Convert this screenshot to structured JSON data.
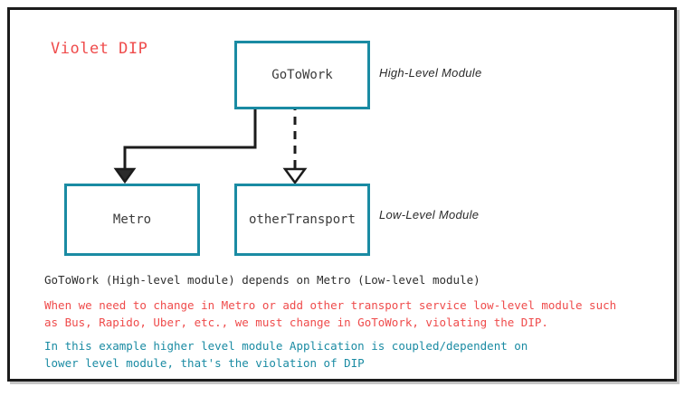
{
  "diagram": {
    "title": "Violet DIP",
    "title_color": "#ef4b4b",
    "frame_color": "#1c1c1c",
    "box_border_color": "#1a8ba3",
    "boxes": [
      {
        "id": "gotowork",
        "label": "GoToWork"
      },
      {
        "id": "metro",
        "label": "Metro"
      },
      {
        "id": "othertransport",
        "label": "otherTransport"
      }
    ],
    "annotations": [
      {
        "id": "high",
        "text": "High-Level Module"
      },
      {
        "id": "low",
        "text": "Low-Level Module"
      }
    ],
    "connectors": [
      {
        "id": "gotowork-to-metro",
        "style": "solid",
        "arrow": "filled-triangle"
      },
      {
        "id": "gotowork-to-othertransport",
        "style": "dashed",
        "arrow": "hollow-triangle"
      }
    ]
  },
  "captions": {
    "depends": "GoToWork (High-level module) depends on Metro (Low-level module)",
    "violation_line1": "When we need to change in Metro or add other transport service low-level module such",
    "violation_line2": "as Bus, Rapido, Uber, etc., we must change in GoToWork, violating the DIP.",
    "violation_color": "#ef4b4b",
    "summary_line1": "In this example higher level module Application is coupled/dependent on",
    "summary_line2": "lower level module, that's the violation of DIP",
    "summary_color": "#1a8ba3"
  }
}
